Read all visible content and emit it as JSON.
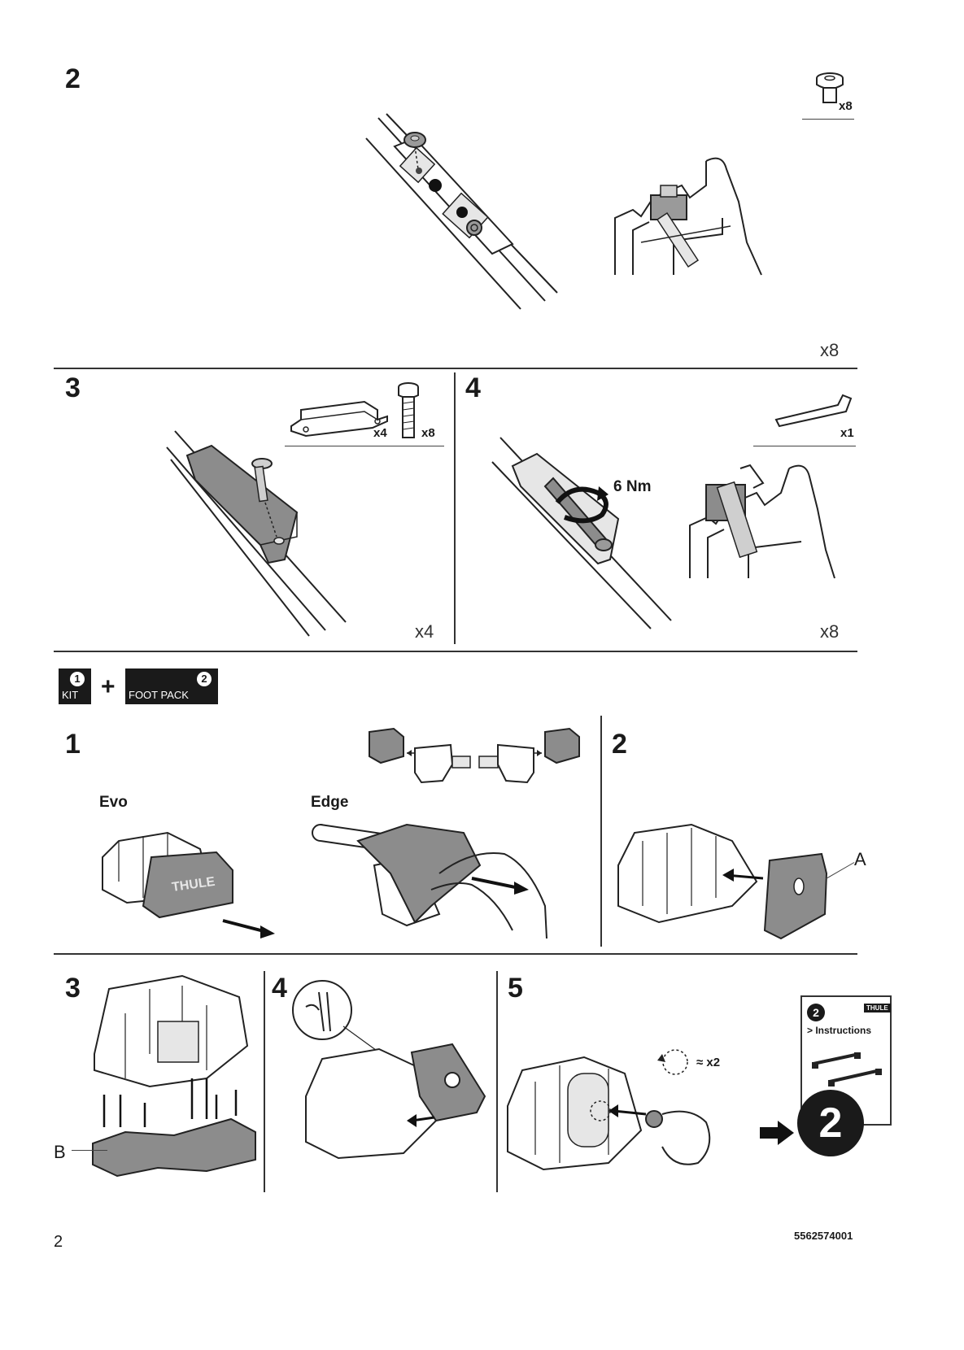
{
  "upper": {
    "step2": {
      "num": "2",
      "part_qty": "x8",
      "repeat": "x8"
    },
    "step3": {
      "num": "3",
      "part_a_qty": "x4",
      "part_b_qty": "x8",
      "repeat": "x4"
    },
    "step4": {
      "num": "4",
      "part_qty": "x1",
      "torque": "6 Nm",
      "repeat": "x8"
    }
  },
  "kits": {
    "kit1": {
      "num": "1",
      "label": "KIT"
    },
    "plus": "+",
    "kit2": {
      "num": "2",
      "label": "FOOT PACK"
    }
  },
  "lower": {
    "step1": {
      "num": "1",
      "evo_label": "Evo",
      "edge_label": "Edge",
      "brand": "THULE"
    },
    "step2": {
      "num": "2",
      "label_a": "A"
    },
    "step3": {
      "num": "3",
      "label_b": "B"
    },
    "step4": {
      "num": "4"
    },
    "step5": {
      "num": "5",
      "repeat": "≈ x2"
    }
  },
  "next": {
    "card_num": "2",
    "card_brand": "THULE",
    "card_text": "> Instructions",
    "big_num": "2"
  },
  "footer": {
    "page": "2",
    "doc_id": "5562574001"
  },
  "colors": {
    "ink": "#1a1a1a",
    "part_grey": "#8c8c8c",
    "light_grey": "#cfcfcf"
  }
}
